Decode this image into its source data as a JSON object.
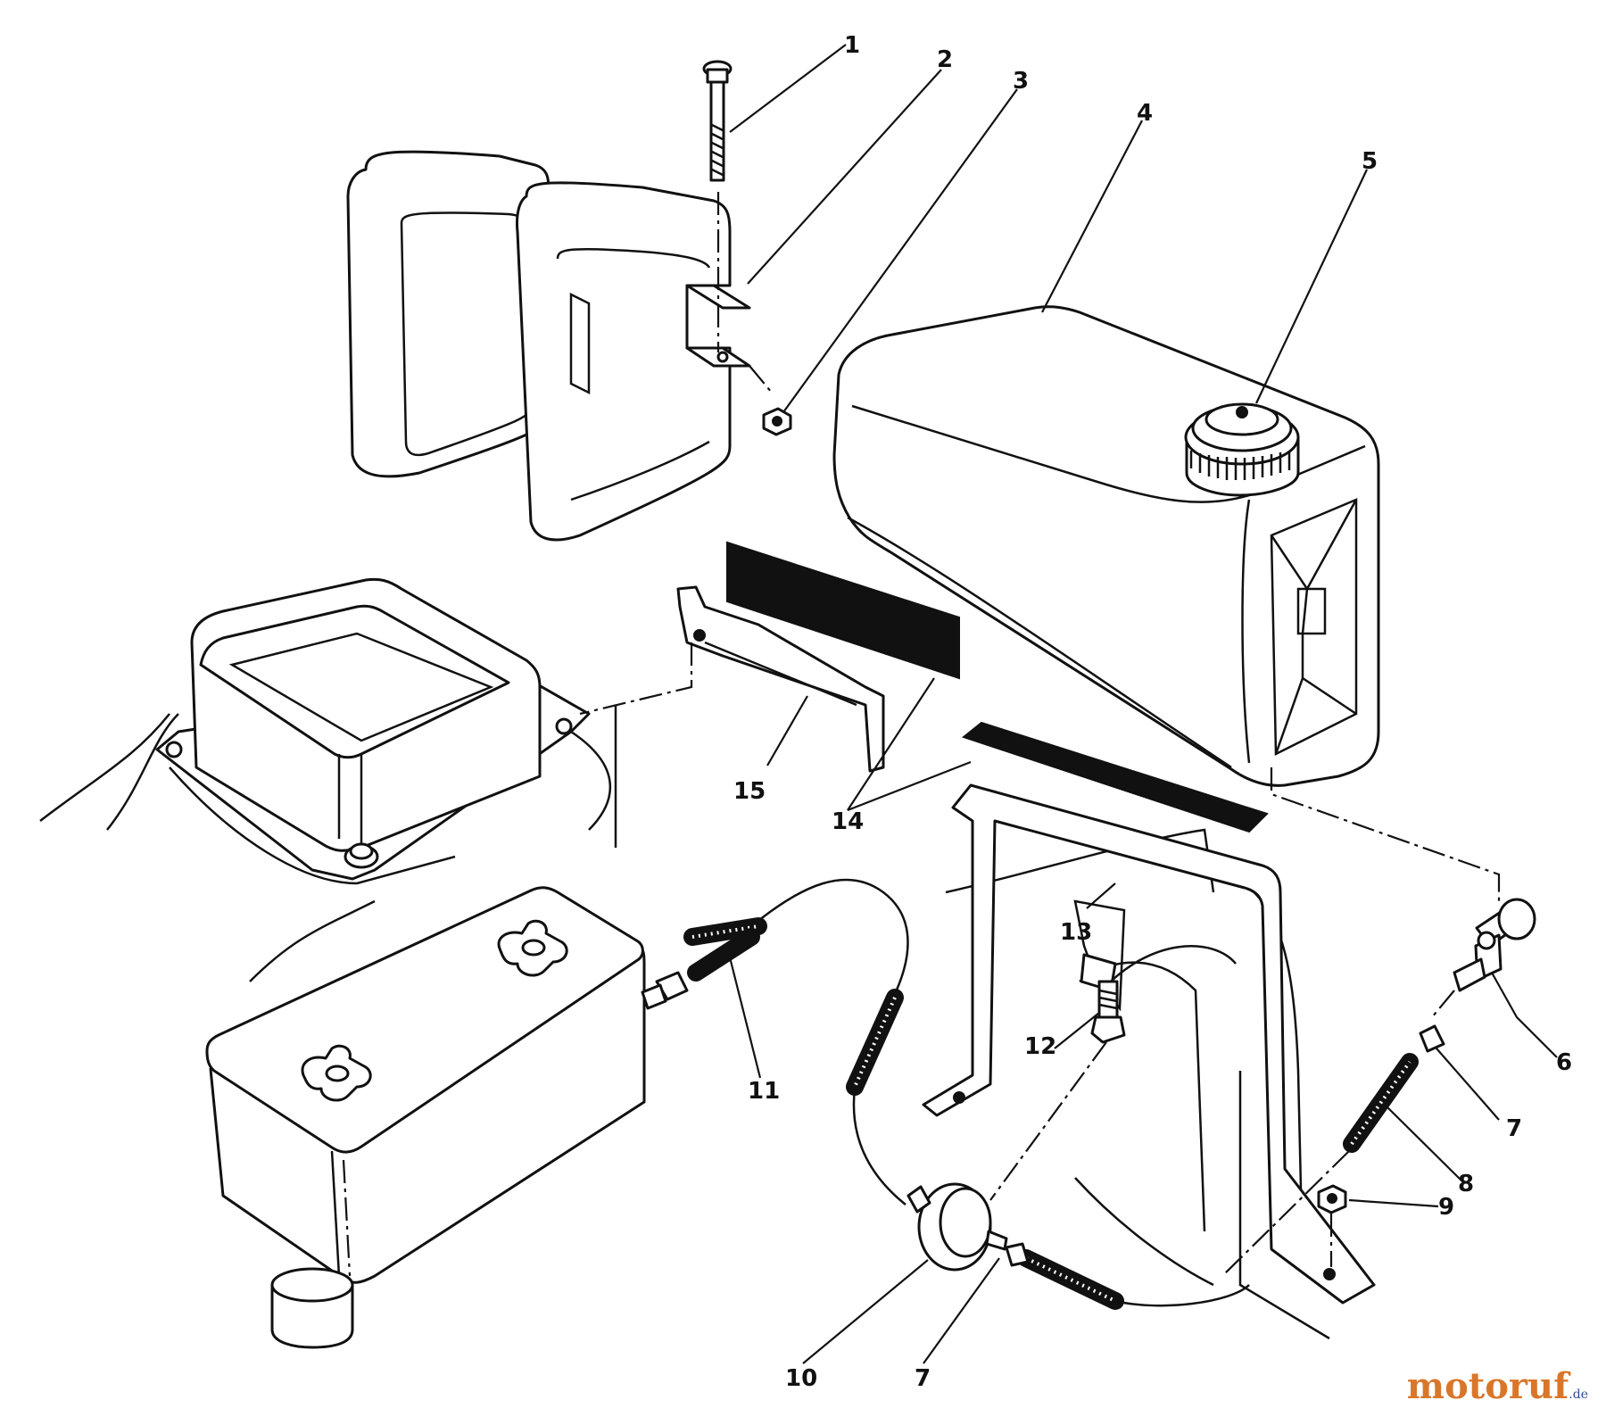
{
  "diagram": {
    "callouts": [
      {
        "id": "c1",
        "text": "1"
      },
      {
        "id": "c2",
        "text": "2"
      },
      {
        "id": "c3",
        "text": "3"
      },
      {
        "id": "c4",
        "text": "4"
      },
      {
        "id": "c5",
        "text": "5"
      },
      {
        "id": "c6",
        "text": "6"
      },
      {
        "id": "c7a",
        "text": "7"
      },
      {
        "id": "c8",
        "text": "8"
      },
      {
        "id": "c9",
        "text": "9"
      },
      {
        "id": "c10",
        "text": "10"
      },
      {
        "id": "c7b",
        "text": "7"
      },
      {
        "id": "c11",
        "text": "11"
      },
      {
        "id": "c12",
        "text": "12"
      },
      {
        "id": "c13",
        "text": "13"
      },
      {
        "id": "c14",
        "text": "14"
      },
      {
        "id": "c15",
        "text": "15"
      }
    ]
  },
  "watermark": {
    "brand_main": "motoruf",
    "brand_tld": ".de"
  },
  "colors": {
    "line": "#111111",
    "background": "#ffffff",
    "watermark_blue": "#2d4a9c",
    "watermark_orange": "#d9762a"
  }
}
